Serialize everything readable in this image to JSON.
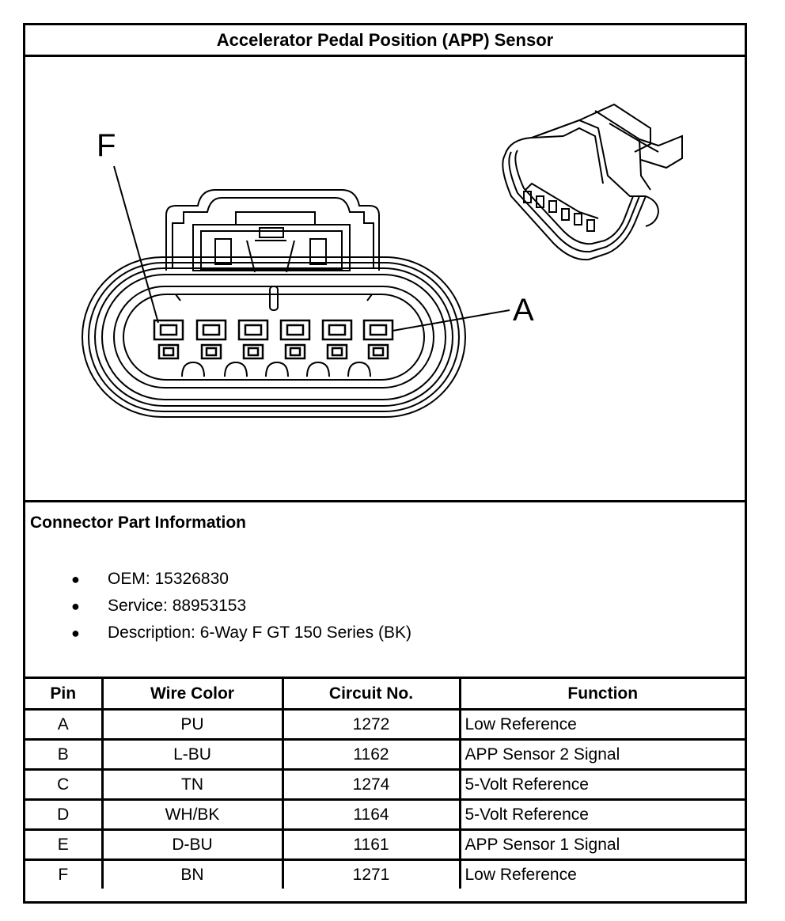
{
  "title": "Accelerator Pedal Position (APP) Sensor",
  "diagram": {
    "label_left": "F",
    "label_right": "A"
  },
  "info": {
    "heading": "Connector Part Information",
    "items": [
      "OEM: 15326830",
      "Service: 88953153",
      "Description: 6-Way F GT 150 Series (BK)"
    ]
  },
  "table": {
    "headers": [
      "Pin",
      "Wire Color",
      "Circuit No.",
      "Function"
    ],
    "rows": [
      {
        "pin": "A",
        "wire": "PU",
        "circuit": "1272",
        "function": "Low Reference"
      },
      {
        "pin": "B",
        "wire": "L-BU",
        "circuit": "1162",
        "function": "APP Sensor 2 Signal"
      },
      {
        "pin": "C",
        "wire": "TN",
        "circuit": "1274",
        "function": "5-Volt Reference"
      },
      {
        "pin": "D",
        "wire": "WH/BK",
        "circuit": "1164",
        "function": "5-Volt Reference"
      },
      {
        "pin": "E",
        "wire": "D-BU",
        "circuit": "1161",
        "function": "APP Sensor 1 Signal"
      },
      {
        "pin": "F",
        "wire": "BN",
        "circuit": "1271",
        "function": "Low Reference"
      }
    ]
  }
}
